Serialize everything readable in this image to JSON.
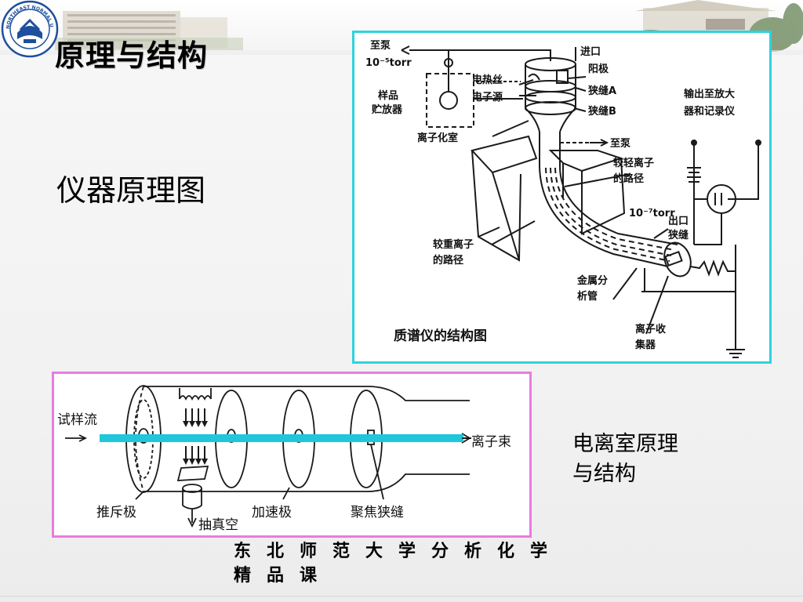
{
  "slide": {
    "title": "原理与结构",
    "subtitle": "仪器原理图",
    "caption_line1": "电离室原理",
    "caption_line2": "与结构",
    "footer_line1": "东北师范大学分析化学",
    "footer_line2": "精品课"
  },
  "logo": {
    "ring_text": "NORTHEAST NORMAL UNIVERSITY",
    "icon": "university-seal-icon"
  },
  "mass_spec_diagram": {
    "caption": "质谱仪的结构图",
    "labels": {
      "to_pump_top": "至泵",
      "pressure_top": "10⁻⁵torr",
      "inlet": "进口",
      "sample_reservoir_1": "样品",
      "sample_reservoir_2": "贮放器",
      "filament": "电热丝",
      "electron_source": "电子源",
      "anode": "阳极",
      "slit_a": "狭缝A",
      "slit_b": "狭缝B",
      "ionization_chamber": "离子化室",
      "to_pump_mid": "至泵",
      "output_1": "输出至放大",
      "output_2": "器和记录仪",
      "light_path_1": "较轻离子",
      "light_path_2": "的路径",
      "pressure_mid": "10⁻⁷torr",
      "exit_1": "出口",
      "exit_2": "狭缝",
      "heavy_path_1": "较重离子",
      "heavy_path_2": "的路径",
      "tube_1": "金属分",
      "tube_2": "析管",
      "collector_1": "离子收",
      "collector_2": "集器"
    }
  },
  "ion_source_diagram": {
    "labels": {
      "sample_flow": "试样流",
      "ion_beam": "离子束",
      "repeller": "推斥极",
      "vacuum": "抽真空",
      "accelerator": "加速极",
      "focus_slit": "聚焦狭缝"
    }
  },
  "colors": {
    "top_frame": "#2ed3de",
    "bottom_frame": "#e97be0",
    "beam": "#1ec7d9",
    "logo_blue": "#1d4f9e"
  }
}
